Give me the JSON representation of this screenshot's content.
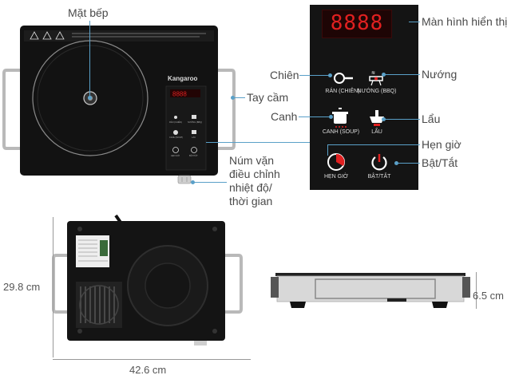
{
  "callouts": {
    "cooktop_surface": "Mặt bếp",
    "display_screen": "Màn hình hiển thị",
    "handle": "Tay cầm",
    "fry": "Chiên",
    "grill": "Nướng",
    "soup": "Canh",
    "hotpot": "Lẩu",
    "timer": "Hẹn giờ",
    "power": "Bật/Tắt",
    "knob_line1": "Núm vặn",
    "knob_line2": "điều chỉnh",
    "knob_line3": "nhiệt độ/",
    "knob_line4": "thời gian"
  },
  "panel": {
    "display_digits": "8888",
    "fry_label": "RÁN (CHIÊN)",
    "grill_label": "NƯỚNG (BBQ)",
    "soup_label": "CANH (SOUP)",
    "hotpot_label": "LẨU",
    "timer_label": "HẸN GIỜ",
    "power_label": "BẬT/TẮT"
  },
  "stove": {
    "brand": "Kangaroo"
  },
  "dimensions": {
    "depth": "29.8 cm",
    "width": "42.6 cm",
    "height": "6.5 cm"
  },
  "colors": {
    "accent_line": "#5aa0c8",
    "display_red": "#e02020",
    "stove_black": "#111111"
  }
}
